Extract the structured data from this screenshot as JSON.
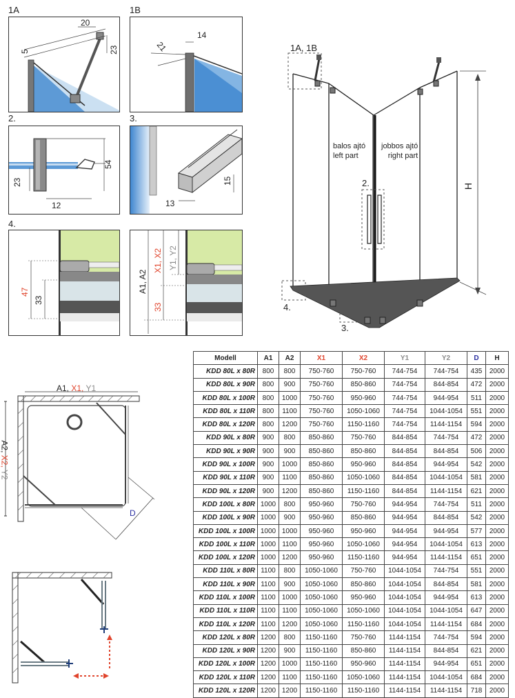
{
  "details": {
    "d1a": {
      "label": "1A",
      "dims": [
        "20",
        "5",
        "23"
      ]
    },
    "d1b": {
      "label": "1B",
      "dims": [
        "14",
        "21"
      ]
    },
    "d2": {
      "label": "2.",
      "dims": [
        "54",
        "23",
        "12"
      ]
    },
    "d3": {
      "label": "3.",
      "dims": [
        "15",
        "13"
      ]
    },
    "d4": {
      "label": "4.",
      "dims": [
        "47",
        "33"
      ]
    },
    "d4b": {
      "label_a": "A1, A2",
      "label_x": "X1, X2",
      "label_y": "Y1, Y2",
      "dim": "33"
    }
  },
  "main": {
    "callout_top": "1A, 1B",
    "callout_2": "2.",
    "callout_4": "4.",
    "callout_3": "3.",
    "height_label": "H",
    "left_part_hu": "balos ajtó",
    "left_part_en": "left part",
    "right_part_hu": "jobbos ajtó",
    "right_part_en": "right part"
  },
  "plan": {
    "top_a": "A1, ",
    "top_x": "X1, ",
    "top_y": "Y1",
    "side_a": "A2, ",
    "side_x": "X2, ",
    "side_y": "Y2",
    "diag": "D"
  },
  "colors": {
    "red": "#e0442c",
    "gray": "#8a8a8a",
    "blue": "#2a2fa0",
    "glass": "#3d8fd1",
    "green": "#d7eaa6"
  },
  "table": {
    "headers": [
      "Modell",
      "A1",
      "A2",
      "X1",
      "X2",
      "Y1",
      "Y2",
      "D",
      "H"
    ],
    "rows": [
      [
        "KDD 80L x 80R",
        "800",
        "800",
        "750-760",
        "750-760",
        "744-754",
        "744-754",
        "435",
        "2000"
      ],
      [
        "KDD 80L x 90R",
        "800",
        "900",
        "750-760",
        "850-860",
        "744-754",
        "844-854",
        "472",
        "2000"
      ],
      [
        "KDD 80L x 100R",
        "800",
        "1000",
        "750-760",
        "950-960",
        "744-754",
        "944-954",
        "511",
        "2000"
      ],
      [
        "KDD 80L x 110R",
        "800",
        "1100",
        "750-760",
        "1050-1060",
        "744-754",
        "1044-1054",
        "551",
        "2000"
      ],
      [
        "KDD 80L x 120R",
        "800",
        "1200",
        "750-760",
        "1150-1160",
        "744-754",
        "1144-1154",
        "594",
        "2000"
      ],
      [
        "KDD 90L x 80R",
        "900",
        "800",
        "850-860",
        "750-760",
        "844-854",
        "744-754",
        "472",
        "2000"
      ],
      [
        "KDD 90L x 90R",
        "900",
        "900",
        "850-860",
        "850-860",
        "844-854",
        "844-854",
        "506",
        "2000"
      ],
      [
        "KDD 90L x 100R",
        "900",
        "1000",
        "850-860",
        "950-960",
        "844-854",
        "944-954",
        "542",
        "2000"
      ],
      [
        "KDD 90L x 110R",
        "900",
        "1100",
        "850-860",
        "1050-1060",
        "844-854",
        "1044-1054",
        "581",
        "2000"
      ],
      [
        "KDD 90L x 120R",
        "900",
        "1200",
        "850-860",
        "1150-1160",
        "844-854",
        "1144-1154",
        "621",
        "2000"
      ],
      [
        "KDD 100L x 80R",
        "1000",
        "800",
        "950-960",
        "750-760",
        "944-954",
        "744-754",
        "511",
        "2000"
      ],
      [
        "KDD 100L x 90R",
        "1000",
        "900",
        "950-960",
        "850-860",
        "944-954",
        "844-854",
        "542",
        "2000"
      ],
      [
        "KDD 100L x 100R",
        "1000",
        "1000",
        "950-960",
        "950-960",
        "944-954",
        "944-954",
        "577",
        "2000"
      ],
      [
        "KDD 100L x 110R",
        "1000",
        "1100",
        "950-960",
        "1050-1060",
        "944-954",
        "1044-1054",
        "613",
        "2000"
      ],
      [
        "KDD 100L x 120R",
        "1000",
        "1200",
        "950-960",
        "1150-1160",
        "944-954",
        "1144-1154",
        "651",
        "2000"
      ],
      [
        "KDD 110L x 80R",
        "1100",
        "800",
        "1050-1060",
        "750-760",
        "1044-1054",
        "744-754",
        "551",
        "2000"
      ],
      [
        "KDD 110L x 90R",
        "1100",
        "900",
        "1050-1060",
        "850-860",
        "1044-1054",
        "844-854",
        "581",
        "2000"
      ],
      [
        "KDD 110L x 100R",
        "1100",
        "1000",
        "1050-1060",
        "950-960",
        "1044-1054",
        "944-954",
        "613",
        "2000"
      ],
      [
        "KDD 110L x 110R",
        "1100",
        "1100",
        "1050-1060",
        "1050-1060",
        "1044-1054",
        "1044-1054",
        "647",
        "2000"
      ],
      [
        "KDD 110L x 120R",
        "1100",
        "1200",
        "1050-1060",
        "1150-1160",
        "1044-1054",
        "1144-1154",
        "684",
        "2000"
      ],
      [
        "KDD 120L x 80R",
        "1200",
        "800",
        "1150-1160",
        "750-760",
        "1144-1154",
        "744-754",
        "594",
        "2000"
      ],
      [
        "KDD 120L x 90R",
        "1200",
        "900",
        "1150-1160",
        "850-860",
        "1144-1154",
        "844-854",
        "621",
        "2000"
      ],
      [
        "KDD 120L x 100R",
        "1200",
        "1000",
        "1150-1160",
        "950-960",
        "1144-1154",
        "944-954",
        "651",
        "2000"
      ],
      [
        "KDD 120L x 110R",
        "1200",
        "1100",
        "1150-1160",
        "1050-1060",
        "1144-1154",
        "1044-1054",
        "684",
        "2000"
      ],
      [
        "KDD 120L x 120R",
        "1200",
        "1200",
        "1150-1160",
        "1150-1160",
        "1144-1154",
        "1144-1154",
        "718",
        "2000"
      ]
    ]
  }
}
